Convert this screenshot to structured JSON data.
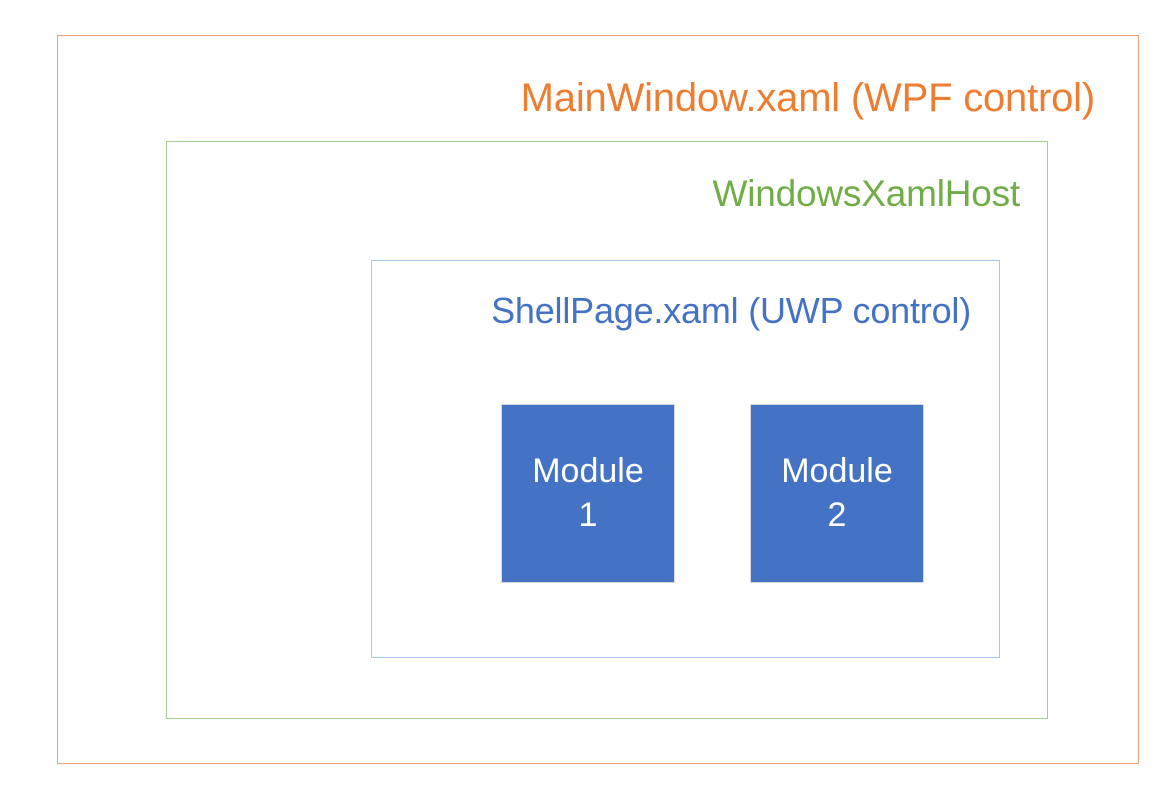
{
  "diagram": {
    "type": "nested-container-diagram",
    "layers": [
      {
        "id": "mainwindow",
        "label": "MainWindow.xaml (WPF control)",
        "text_color": "#ED7D31",
        "border_color": "#F0A173"
      },
      {
        "id": "windowsxamlhost",
        "label": "WindowsXamlHost",
        "text_color": "#70AD47",
        "border_color": "#A9CC90"
      },
      {
        "id": "shellpage",
        "label": "ShellPage.xaml (UWP control)",
        "text_color": "#4472C4",
        "border_color": "#A6C8E8"
      }
    ],
    "modules": [
      {
        "name": "Module",
        "index": "1",
        "fill_color": "#4472C4",
        "text_color": "#FFFFFF"
      },
      {
        "name": "Module",
        "index": "2",
        "fill_color": "#4472C4",
        "text_color": "#FFFFFF"
      }
    ],
    "background_color": "#FFFFFF"
  }
}
